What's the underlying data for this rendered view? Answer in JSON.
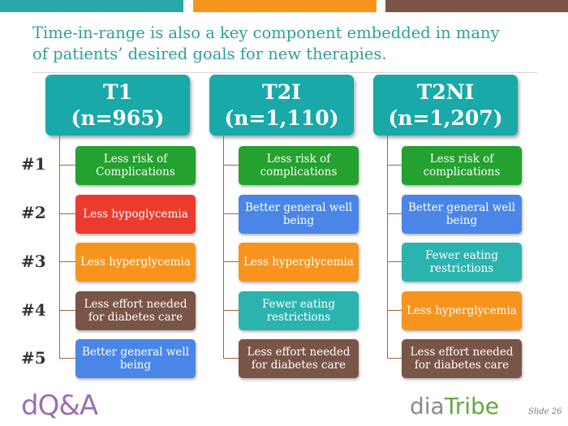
{
  "top_bars": [
    {
      "color": "#2aa9a6"
    },
    {
      "color": "#f7941d"
    },
    {
      "color": "#7a5548"
    }
  ],
  "title": {
    "line1": "Time-in-range is also a key component embedded in many",
    "line2": "of patients’ desired goals for new therapies.",
    "color": "#2e9e9b"
  },
  "ranks": [
    "#1",
    "#2",
    "#3",
    "#4",
    "#5"
  ],
  "columns": [
    {
      "name": "T1",
      "n": "(n=965)",
      "items": [
        {
          "label": "Less risk of Complications",
          "color": "#24a12f"
        },
        {
          "label": "Less hypoglycemia",
          "color": "#ea3b2e"
        },
        {
          "label": "Less hyperglycemia",
          "color": "#f7941d"
        },
        {
          "label": "Less effort needed for diabetes care",
          "color": "#795548"
        },
        {
          "label": "Better general well being",
          "color": "#4a86e8"
        }
      ]
    },
    {
      "name": "T2I",
      "n": "(n=1,110)",
      "items": [
        {
          "label": "Less risk of complications",
          "color": "#24a12f"
        },
        {
          "label": "Better general well being",
          "color": "#4a86e8"
        },
        {
          "label": "Less hyperglycemia",
          "color": "#f7941d"
        },
        {
          "label": "Fewer eating restrictions",
          "color": "#2bb3b0"
        },
        {
          "label": "Less effort needed for diabetes care",
          "color": "#795548"
        }
      ]
    },
    {
      "name": "T2NI",
      "n": "(n=1,207)",
      "items": [
        {
          "label": "Less risk of complications",
          "color": "#24a12f"
        },
        {
          "label": "Better general well being",
          "color": "#4a86e8"
        },
        {
          "label": "Fewer eating restrictions",
          "color": "#2bb3b0"
        },
        {
          "label": "Less hyperglycemia",
          "color": "#f7941d"
        },
        {
          "label": "Less effort needed for diabetes care",
          "color": "#795548"
        }
      ]
    }
  ],
  "header_color": "#19a9a9",
  "logo_left": "dQ&A",
  "logo_right_dia": "dia",
  "logo_right_tribe": "Tribe",
  "slide_label": "Slide 26"
}
